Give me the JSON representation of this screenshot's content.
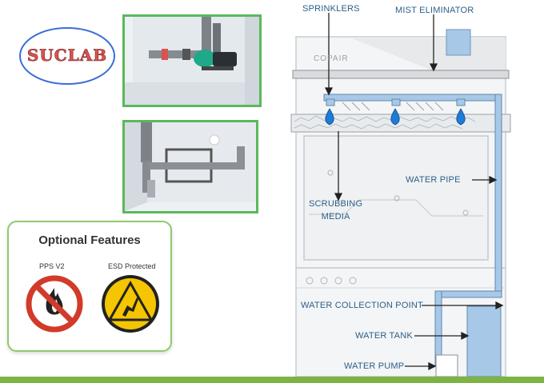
{
  "logo": {
    "text": "SUCLAB"
  },
  "hood_brand": "COPAIR",
  "optional_features": {
    "title": "Optional Features",
    "items": [
      {
        "label": "PPS V2",
        "icon": "no-fire-icon"
      },
      {
        "label": "ESD Protected",
        "icon": "esd-warning-icon"
      }
    ]
  },
  "labels": {
    "sprinklers": "SPRINKLERS",
    "mist_eliminator": "MIST ELIMINATOR",
    "water_pipe": "WATER PIPE",
    "scrubbing_media": "SCRUBBING\nMEDIA",
    "water_collection_point": "WATER COLLECTION POINT",
    "water_tank": "WATER TANK",
    "water_pump": "WATER PUMP"
  },
  "colors": {
    "accent_green": "#5cb85c",
    "bottom_bar": "#7cb342",
    "water_blue": "#a8c8e8",
    "label_blue": "#2a5f8a",
    "logo_red": "#d9534f",
    "logo_outline": "#3a6fd8"
  }
}
